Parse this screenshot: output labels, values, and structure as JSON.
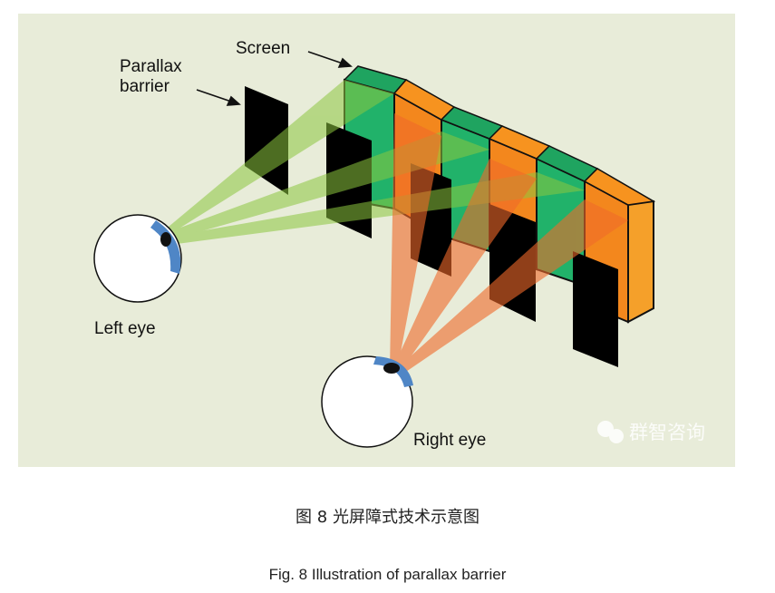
{
  "diagram": {
    "labels": {
      "parallax_barrier_line1": "Parallax",
      "parallax_barrier_line2": "barrier",
      "screen": "Screen",
      "left_eye": "Left eye",
      "right_eye": "Right eye"
    },
    "watermark": "群智咨询",
    "colors": {
      "background": "#e8ecd9",
      "green_pixel": "#21b26a",
      "orange_pixel": "#f3871d",
      "left_beam": "#8cc63f",
      "right_beam": "#f06a2a",
      "barrier": "#000000",
      "iris": "#4f86c6"
    }
  },
  "captions": {
    "chinese": "图 8 光屏障式技术示意图",
    "english": "Fig. 8 Illustration of parallax barrier"
  }
}
